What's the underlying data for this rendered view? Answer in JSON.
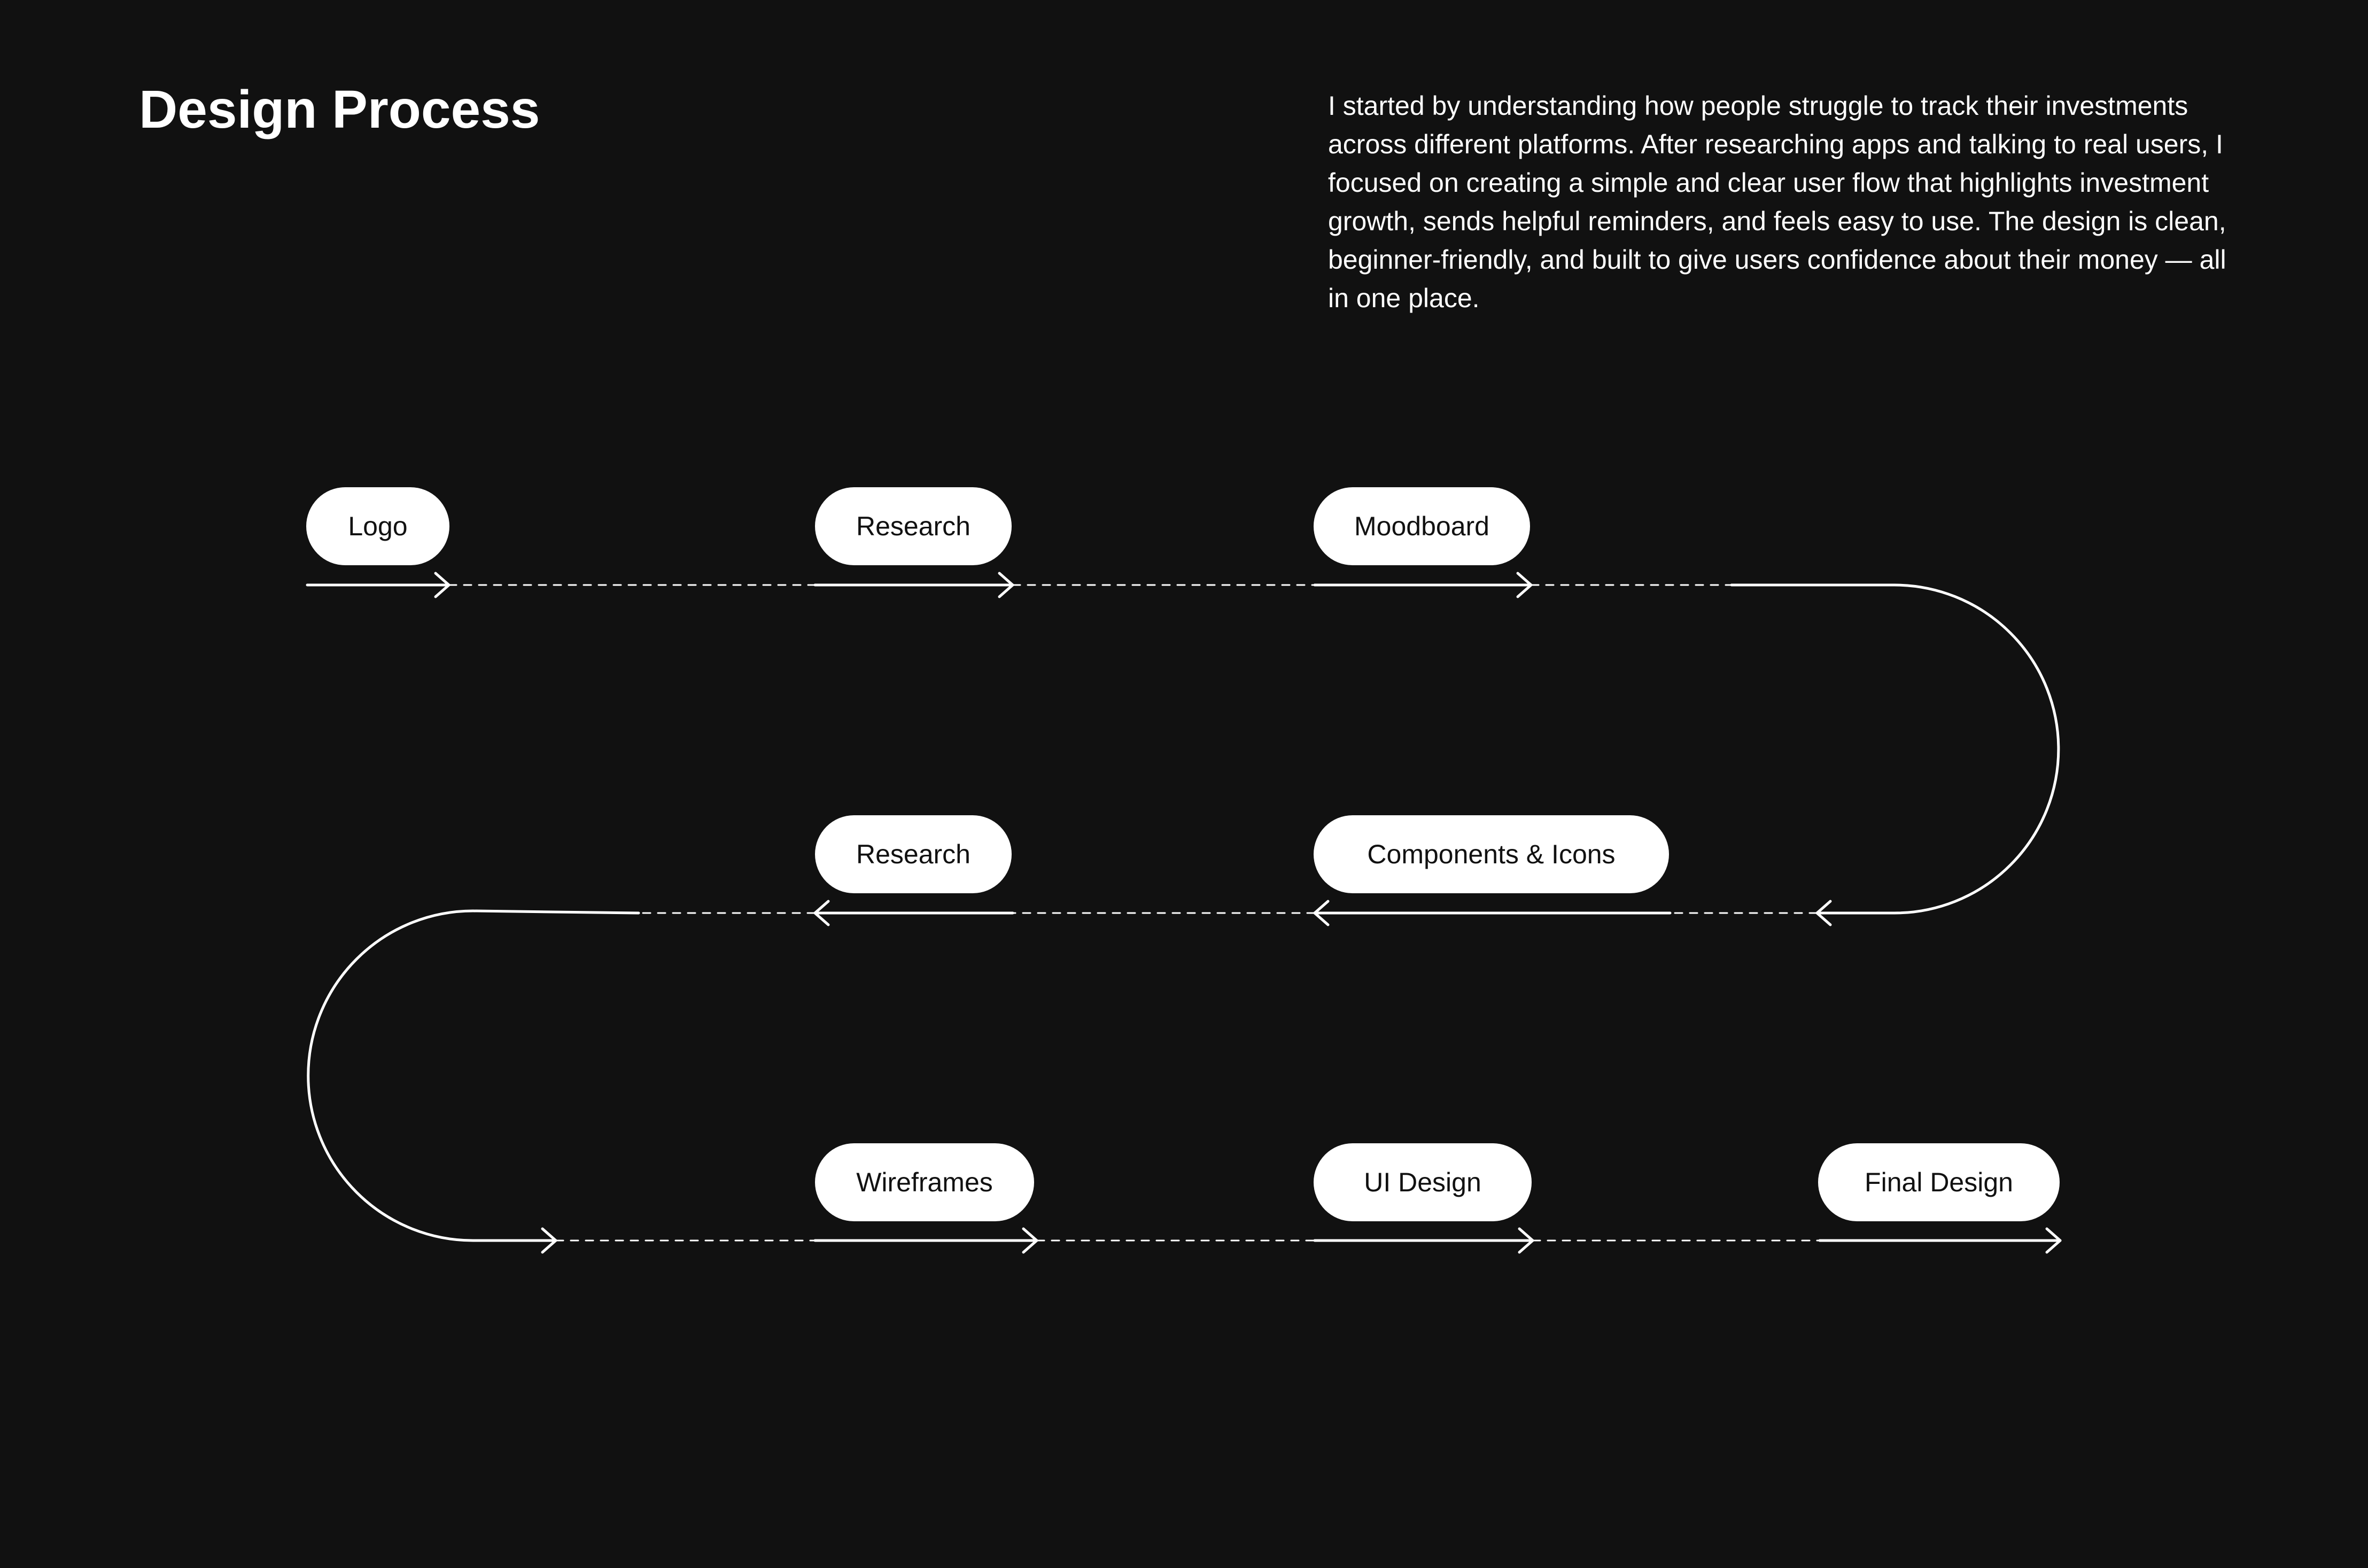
{
  "header": {
    "title": "Design Process",
    "description": "I started by understanding how people struggle to track their investments across different platforms. After researching apps and talking to real users, I focused on creating a simple and clear user flow that highlights investment growth, sends helpful reminders, and feels easy to use. The design is clean, beginner-friendly, and built to give users confidence about their money — all in one place."
  },
  "steps": [
    {
      "label": "Logo"
    },
    {
      "label": "Research"
    },
    {
      "label": "Moodboard"
    },
    {
      "label": "Components & Icons"
    },
    {
      "label": "Research"
    },
    {
      "label": "Wireframes"
    },
    {
      "label": "UI Design"
    },
    {
      "label": "Final Design"
    }
  ],
  "colors": {
    "background": "#111111",
    "line": "#ffffff",
    "pill_fill": "#ffffff",
    "pill_text": "#111111"
  }
}
